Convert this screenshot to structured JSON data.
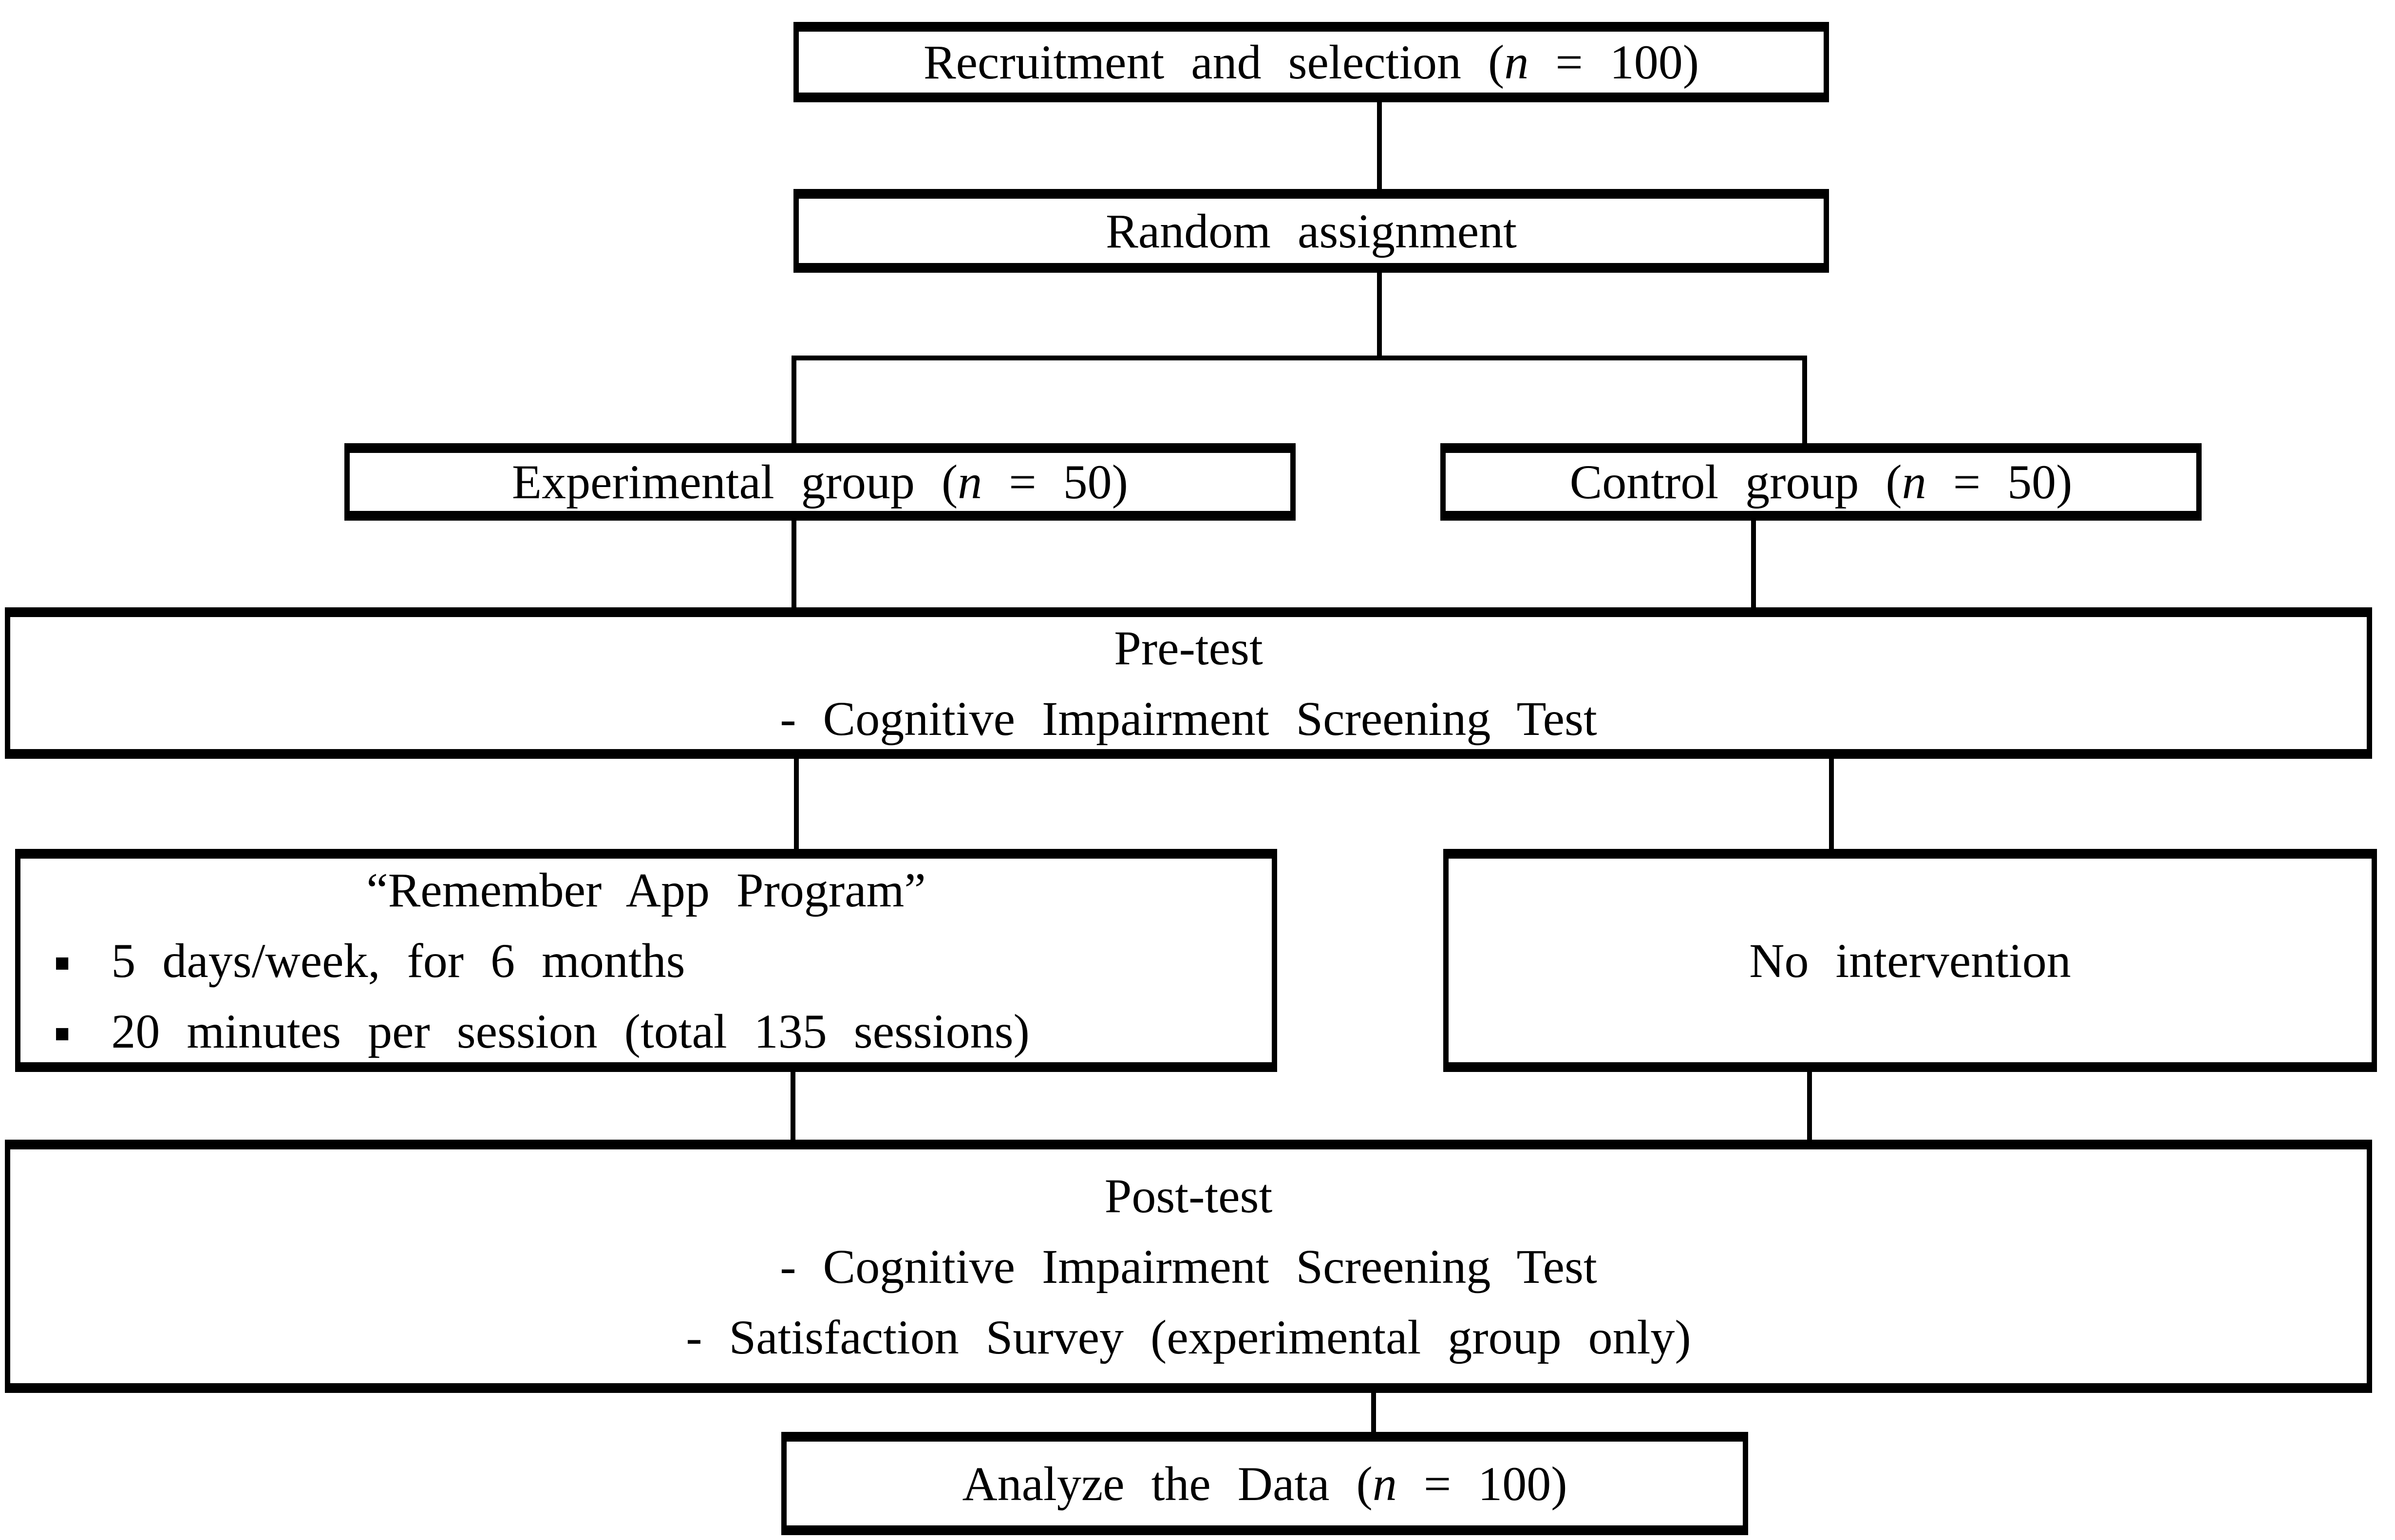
{
  "colors": {
    "background": "#ffffff",
    "line": "#000000",
    "text": "#000000"
  },
  "boxes": {
    "recruitment": {
      "prefix": "Recruitment and selection (",
      "n": "n",
      "suffix": " = 100)"
    },
    "random_assignment": {
      "label": "Random assignment"
    },
    "experimental": {
      "prefix": "Experimental group (",
      "n": "n",
      "suffix": " = 50)"
    },
    "control": {
      "prefix": "Control group (",
      "n": "n",
      "suffix": " = 50)"
    },
    "pretest": {
      "title": "Pre-test",
      "items": [
        "- Cognitive Impairment Screening Test"
      ]
    },
    "remember": {
      "title": "“Remember App Program”",
      "bullets": [
        {
          "marker": "■",
          "text": "5 days/week, for 6 months"
        },
        {
          "marker": "■",
          "text": "20 minutes per session (total 135 sessions)"
        }
      ]
    },
    "no_intervention": {
      "label": "No intervention"
    },
    "posttest": {
      "title": "Post-test",
      "items": [
        "- Cognitive Impairment Screening Test",
        "- Satisfaction Survey (experimental group only)"
      ]
    },
    "analyze": {
      "prefix": "Analyze the Data (",
      "n": "n",
      "suffix": " = 100)"
    }
  }
}
